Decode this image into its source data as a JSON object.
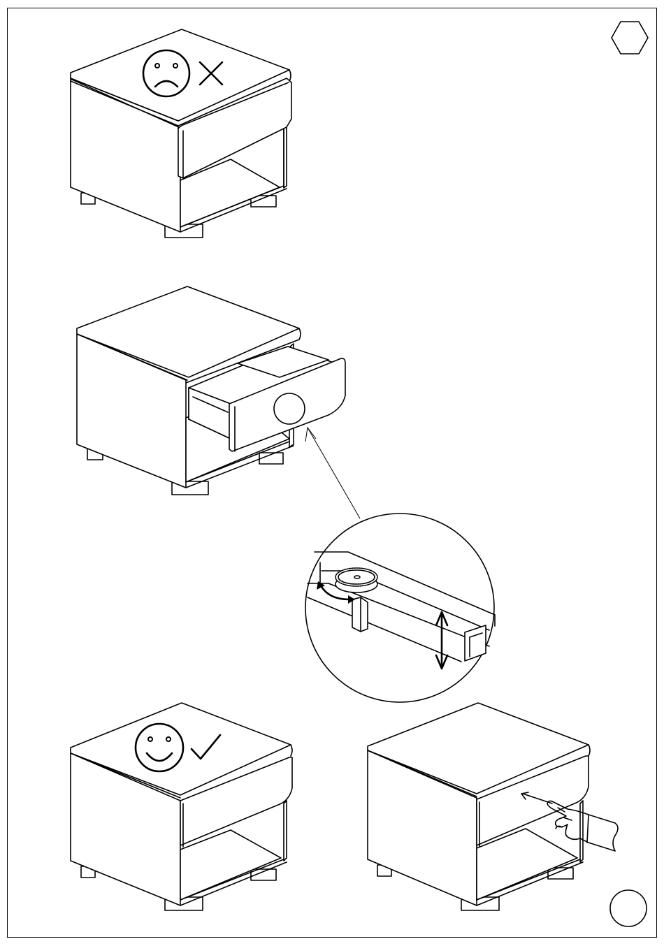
{
  "page": {
    "kind": "assembly-instruction-sheet"
  },
  "symbols": {
    "step_badge": "hexagon-icon",
    "page_badge": "circle-icon",
    "wrong_indicator": [
      "sad-face-icon",
      "cross-mark-icon"
    ],
    "right_indicator": [
      "smiley-face-icon",
      "check-mark-icon"
    ],
    "detail_view": [
      "adjuster-wheel-icon",
      "rotate-arrow-icon",
      "up-down-arrow-icon"
    ],
    "push_action": [
      "hand-icon",
      "push-arrow-icon"
    ]
  },
  "figures": [
    {
      "id": "misaligned-drawer",
      "result": "wrong"
    },
    {
      "id": "open-drawer-with-detail",
      "result": "adjust"
    },
    {
      "id": "aligned-drawer",
      "result": "correct"
    },
    {
      "id": "push-to-close",
      "result": "action"
    }
  ],
  "colors": {
    "line": "#000000",
    "paper": "#ffffff"
  }
}
